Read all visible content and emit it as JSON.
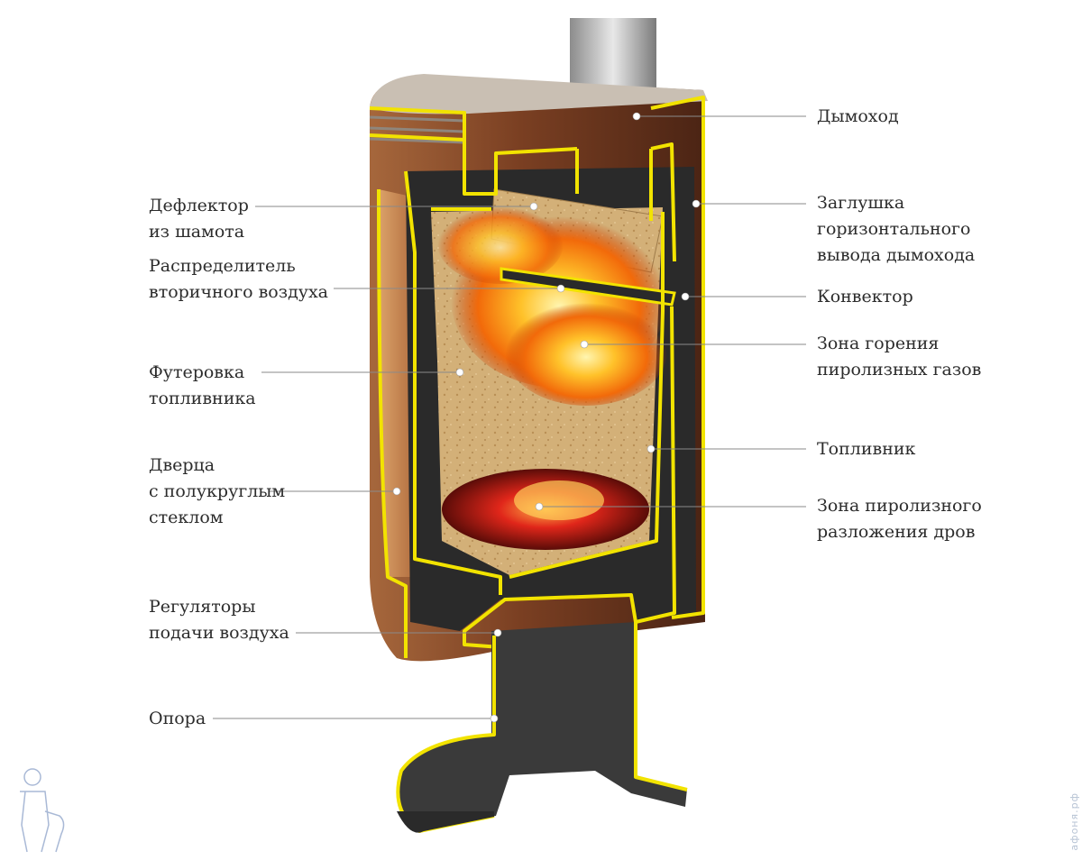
{
  "labels": {
    "chimney": [
      "Дымоход"
    ],
    "chamotte_deflector": [
      "Дефлектор",
      "из шамота"
    ],
    "horizontal_flue_plug": [
      "Заглушка",
      "горизонтального",
      "вывода  дымохода"
    ],
    "secondary_air_distributor": [
      "Распределитель",
      "вторичного воздуха"
    ],
    "convector": [
      "Конвектор"
    ],
    "pyrolysis_gas_zone": [
      "Зона горения",
      "пиролизных газов"
    ],
    "firebox_lining": [
      "Футеровка",
      "топливника"
    ],
    "firebox": [
      "Топливник"
    ],
    "door_semicircular_glass": [
      "Дверца",
      "с полукруглым",
      "стеклом"
    ],
    "wood_pyrolysis_zone": [
      "Зона пиролизного",
      "разложения дров"
    ],
    "air_regulators": [
      "Регуляторы",
      "подачи воздуха"
    ],
    "support": [
      "Опора"
    ]
  },
  "watermark": "афоня.рф",
  "colors": {
    "section_outline": "#f2e300",
    "steel_section": "#2a2a2a",
    "body_shell": "#7a3f22",
    "glass_tint": "#c8874a",
    "top_plate": "#c9bfb3",
    "chamotte": "#d3b078",
    "flame": "#ff9a14",
    "embers": "#e0261a",
    "leader_line": "#8a8a8a",
    "text": "#2c2c2c"
  }
}
